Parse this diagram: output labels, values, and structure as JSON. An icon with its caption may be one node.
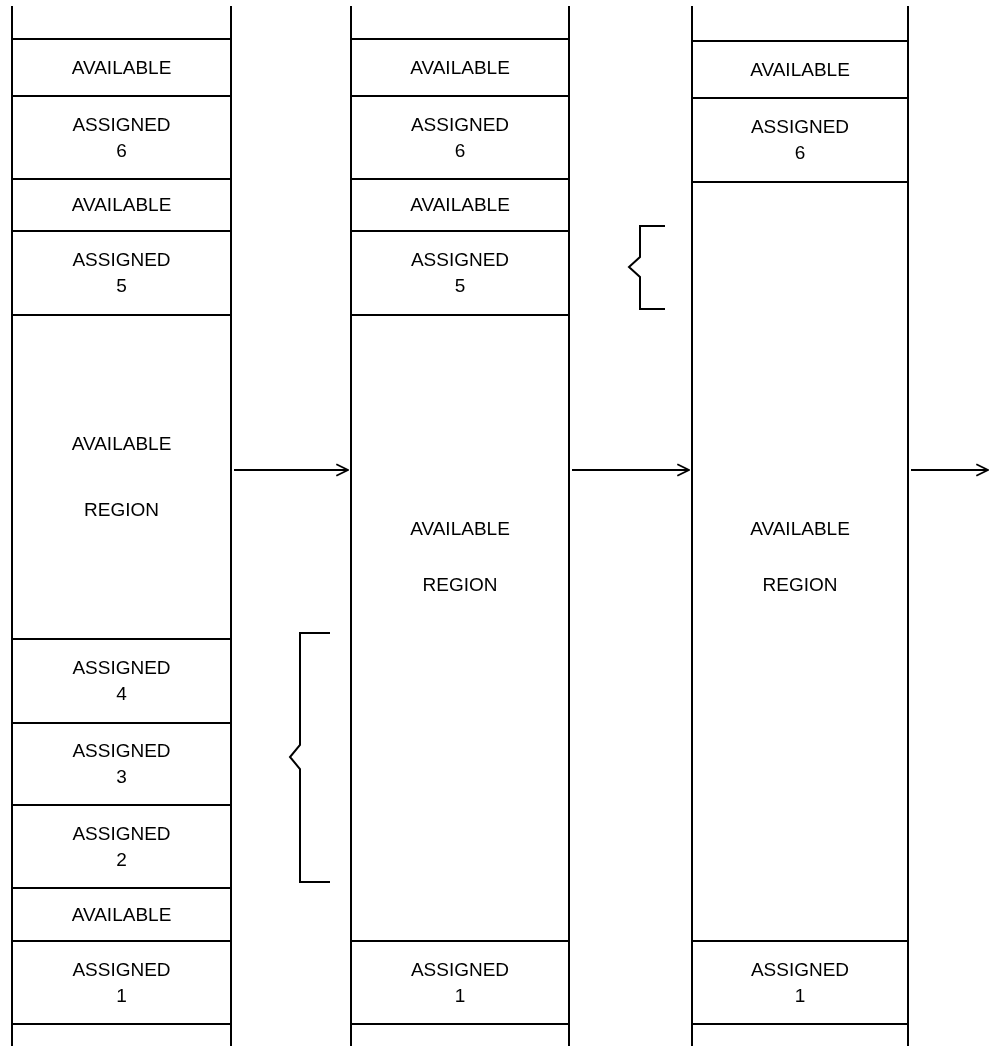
{
  "diagram": {
    "nodes": [
      {
        "text": [],
        "shape": "box"
      },
      {
        "text": [
          "AVAILABLE"
        ],
        "in": 0
      },
      {
        "text": [
          "ASSIGNED",
          "6"
        ],
        "in": 0
      },
      {
        "text": [
          "AVAILABLE"
        ],
        "in": 0
      },
      {
        "text": [
          "ASSIGNED",
          "5"
        ],
        "in": 0
      },
      {
        "text": [
          "AVAILABLE",
          "REGION"
        ],
        "in": 0
      },
      {
        "text": [
          "ASSIGNED",
          "4"
        ],
        "in": 0
      },
      {
        "text": [
          "ASSIGNED",
          "3"
        ],
        "in": 0
      },
      {
        "text": [
          "ASSIGNED",
          "2"
        ],
        "in": 0
      },
      {
        "text": [
          "AVAILABLE"
        ],
        "in": 0
      },
      {
        "text": [
          "ASSIGNED",
          "1"
        ],
        "in": 0
      },
      {
        "text": [],
        "shape": "box"
      },
      {
        "text": [
          "AVAILABLE"
        ],
        "in": 11
      },
      {
        "text": [
          "ASSIGNED",
          "6"
        ],
        "in": 11
      },
      {
        "text": [
          "AVAILABLE"
        ],
        "in": 11
      },
      {
        "text": [
          "ASSIGNED",
          "5"
        ],
        "in": 11
      },
      {
        "text": [
          "AVAILABLE",
          "REGION"
        ],
        "in": 11
      },
      {
        "text": [
          "ASSIGNED",
          "1"
        ],
        "in": 11
      },
      {
        "text": [],
        "shape": "box"
      },
      {
        "text": [
          "AVAILABLE"
        ],
        "in": 18
      },
      {
        "text": [
          "ASSIGNED",
          "6"
        ],
        "in": 18
      },
      {
        "text": [
          "AVAILABLE",
          "REGION"
        ],
        "in": 18
      },
      {
        "text": [
          "ASSIGNED",
          "1"
        ],
        "in": 18
      }
    ],
    "edges": [
      {
        "from": 0,
        "to": 11,
        "arrow": "to"
      },
      {
        "from": 11,
        "to": 18,
        "arrow": "to"
      },
      {
        "from": 18,
        "to": null,
        "arrow": "to"
      }
    ]
  }
}
